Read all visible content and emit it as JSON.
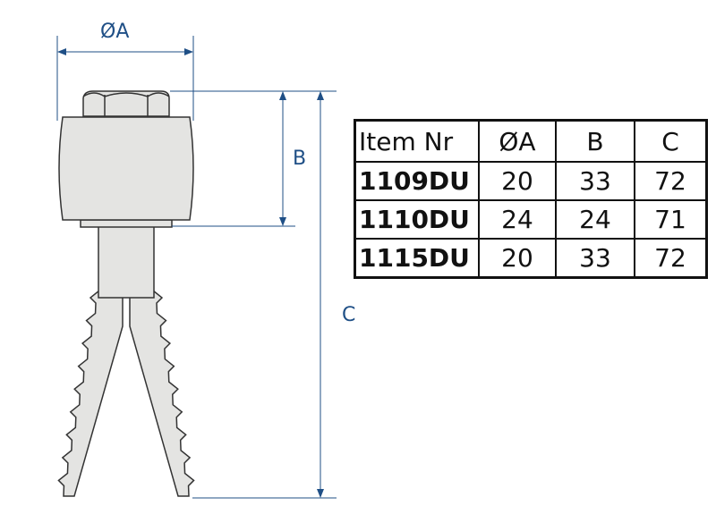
{
  "dimensions": {
    "a_label": "ØA",
    "b_label": "B",
    "c_label": "C"
  },
  "colors": {
    "dimension": "#1f4f86",
    "part_fill": "#e4e4e2",
    "outline": "#333333"
  },
  "table": {
    "headers": [
      "Item Nr",
      "ØA",
      "B",
      "C"
    ],
    "rows": [
      [
        "1109DU",
        "20",
        "33",
        "72"
      ],
      [
        "1110DU",
        "24",
        "24",
        "71"
      ],
      [
        "1115DU",
        "20",
        "33",
        "72"
      ]
    ]
  }
}
